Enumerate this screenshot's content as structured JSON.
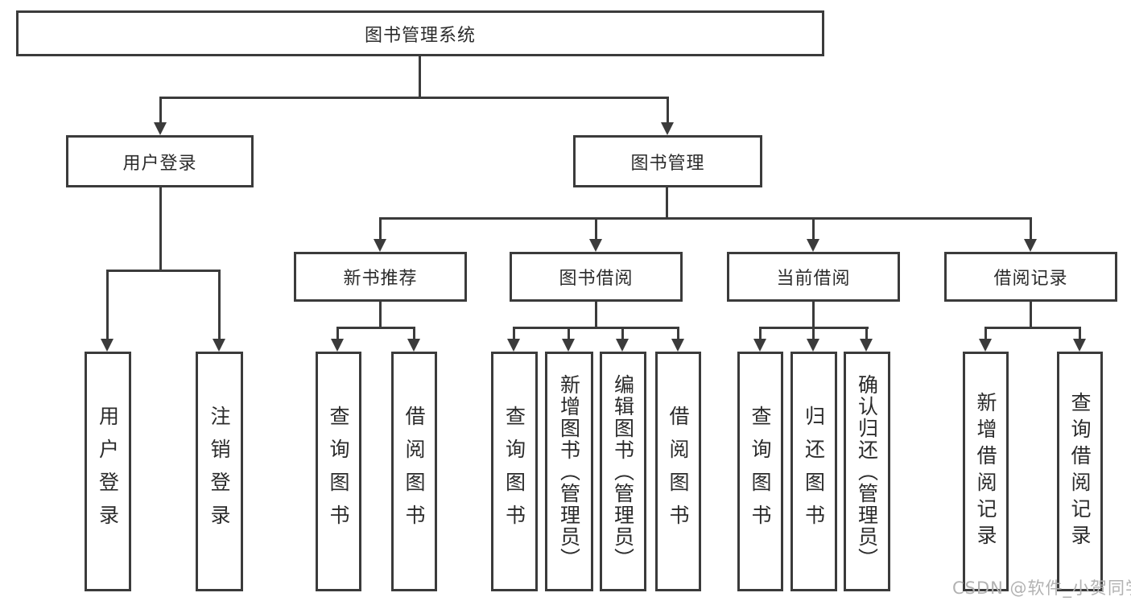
{
  "diagram_type": "hierarchy",
  "colors": {
    "line": "#3b3b3b",
    "text": "#2b2b2b",
    "background": "#ffffff",
    "watermark": "#b2b2b2"
  },
  "tree": {
    "label": "图书管理系统",
    "children": [
      {
        "label": "用户登录",
        "children": [
          {
            "label": "用户登录"
          },
          {
            "label": "注销登录"
          }
        ]
      },
      {
        "label": "图书管理",
        "children": [
          {
            "label": "新书推荐",
            "children": [
              {
                "label": "查询图书"
              },
              {
                "label": "借阅图书"
              }
            ]
          },
          {
            "label": "图书借阅",
            "children": [
              {
                "label": "查询图书"
              },
              {
                "label": "新增图书（管理员）"
              },
              {
                "label": "编辑图书（管理员）"
              },
              {
                "label": "借阅图书"
              }
            ]
          },
          {
            "label": "当前借阅",
            "children": [
              {
                "label": "查询图书"
              },
              {
                "label": "归还图书"
              },
              {
                "label": "确认归还（管理员）"
              }
            ]
          },
          {
            "label": "借阅记录",
            "children": [
              {
                "label": "新增借阅记录"
              },
              {
                "label": "查询借阅记录"
              }
            ]
          }
        ]
      }
    ]
  },
  "watermark": "CSDN @软件_小贺同学"
}
